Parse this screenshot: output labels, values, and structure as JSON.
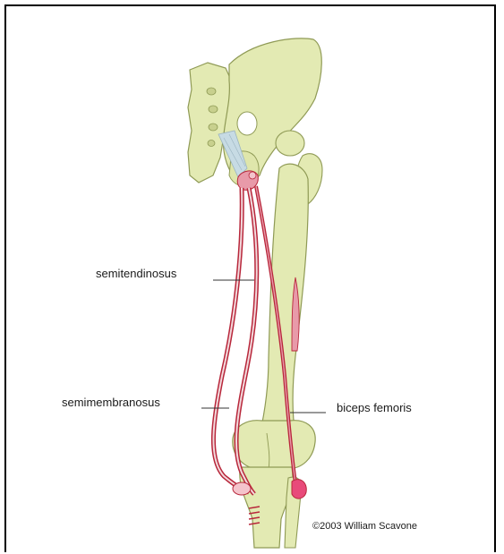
{
  "labels": {
    "semitendinosus": "semitendinosus",
    "semimembranosus": "semimembranosus",
    "biceps_femoris": "biceps femoris"
  },
  "copyright": "©2003 William Scavone",
  "colors": {
    "bone_fill": "#e3eab3",
    "bone_stroke": "#8f9a55",
    "muscle_red": "#b8273b",
    "muscle_inner": "#f2d9dc",
    "tendon_pink": "#e89aa9",
    "ligament": "#c7dbe4",
    "frame": "#000000"
  }
}
